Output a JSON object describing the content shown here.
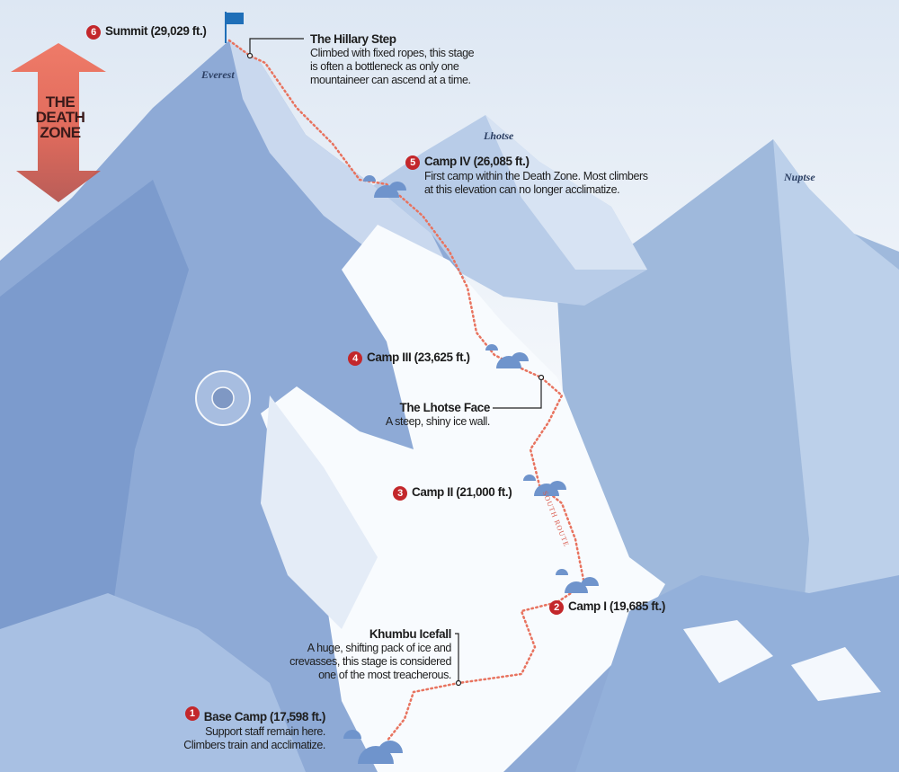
{
  "peaks": {
    "everest": "Everest",
    "lhotse": "Lhotse",
    "nuptse": "Nuptse"
  },
  "death_zone": {
    "line1": "THE",
    "line2": "DEATH",
    "line3": "ZONE"
  },
  "route_label": "SOUTH ROUTE",
  "stops": [
    {
      "number": "1",
      "title": "Base Camp (17,598 ft.)",
      "lines": [
        "Support staff remain here.",
        "Climbers train and acclimatize."
      ]
    },
    {
      "number": "2",
      "title": "Camp I (19,685 ft.)"
    },
    {
      "number": "3",
      "title": "Camp II (21,000 ft.)"
    },
    {
      "number": "4",
      "title": "Camp III (23,625 ft.)"
    },
    {
      "number": "5",
      "title": "Camp IV (26,085 ft.)",
      "lines": [
        "First camp within the Death Zone. Most climbers",
        "at this elevation can no longer acclimatize."
      ]
    },
    {
      "number": "6",
      "title": "Summit (29,029 ft.)"
    }
  ],
  "callouts": {
    "hillary": {
      "title": "The Hillary Step",
      "lines": [
        "Climbed with fixed ropes, this stage",
        "is often a bottleneck as only one",
        "mountaineer can ascend at a time."
      ]
    },
    "lhotse_face": {
      "title": "The Lhotse Face",
      "lines": [
        "A steep, shiny ice wall."
      ]
    },
    "khumbu": {
      "title": "Khumbu Icefall",
      "lines": [
        "A huge, shifting pack of ice and",
        "crevasses, this stage is considered",
        "one of the most treacherous."
      ]
    }
  },
  "colors": {
    "marker": "#c3272b",
    "route": "#e8735f",
    "arrow": "#e2604f",
    "flag": "#1f6fb8",
    "sky": "#dfe8f3"
  }
}
